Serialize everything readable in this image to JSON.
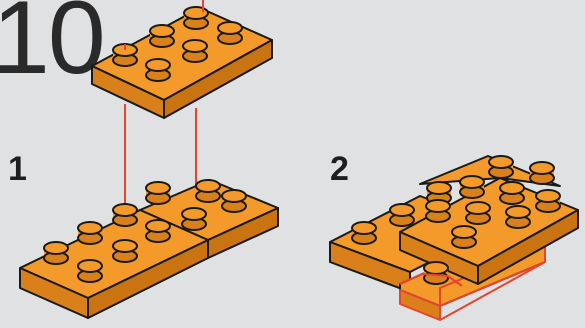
{
  "page": {
    "number": "10"
  },
  "steps": [
    {
      "label": "1"
    },
    {
      "label": "2"
    }
  ],
  "colors": {
    "background": "#e0e1e2",
    "brick": "#f39a2a",
    "brick_shadow": "#c97410",
    "outline": "#1a1a1a",
    "callout": "#e8432f"
  }
}
